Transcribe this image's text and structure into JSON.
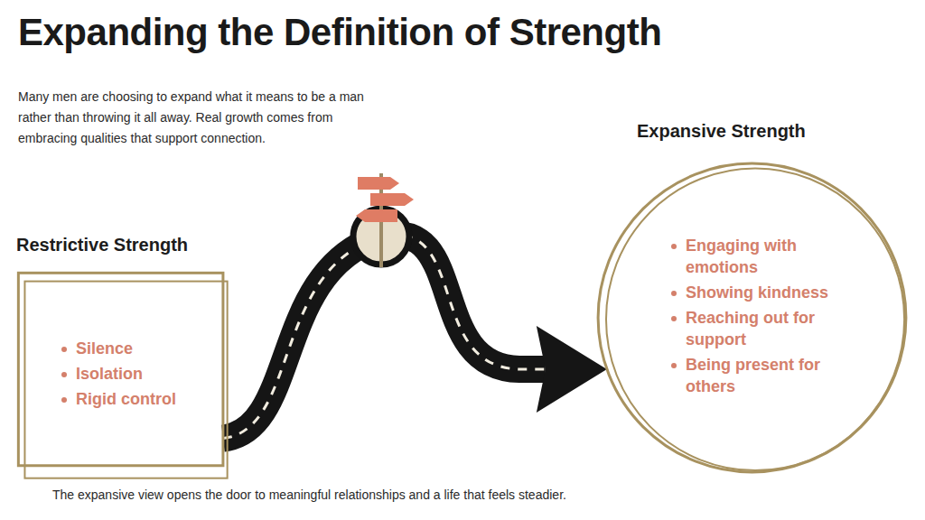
{
  "diagram": {
    "title": "Expanding the Definition of Strength",
    "caption": "The expansive view opens the door to meaningful relationships and a life that feels steadier.",
    "nodes": [
      {
        "text": [
          "Restrictive Strength",
          "Silence",
          "Isolation",
          "Rigid control"
        ]
      },
      {
        "text": [
          "Expansive Strength",
          "Engaging with emotions",
          "Showing kindness",
          "Reaching out for support",
          "Being present for others"
        ]
      }
    ],
    "edges": [
      {
        "from": 0,
        "to": 1,
        "arrow": "to"
      }
    ],
    "labels": [
      "Many men are choosing to expand what it means to be a man rather than throwing it all away. Real growth comes from embracing qualities that support connection."
    ]
  }
}
